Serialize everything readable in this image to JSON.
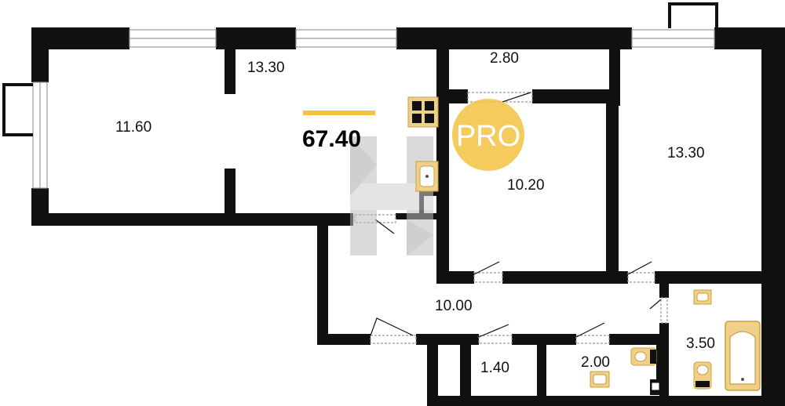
{
  "plan": {
    "total_area": "67.40",
    "badge": "PRO",
    "colors": {
      "wall": "#111111",
      "accent": "#f5c242",
      "fixture": "#f0d088",
      "fixture_stroke": "#c8a040",
      "window_stroke": "#999999",
      "watermark": "#b8b8b8"
    },
    "rooms": [
      {
        "id": "room-living-left",
        "area": "11.60"
      },
      {
        "id": "room-kitchen",
        "area": "13.30"
      },
      {
        "id": "room-storage-top",
        "area": "2.80"
      },
      {
        "id": "room-bedroom-right",
        "area": "13.30"
      },
      {
        "id": "room-bedroom-middle",
        "area": "10.20"
      },
      {
        "id": "room-hallway",
        "area": "10.00"
      },
      {
        "id": "room-closet",
        "area": "1.40"
      },
      {
        "id": "room-wc",
        "area": "2.00"
      },
      {
        "id": "room-bathroom",
        "area": "3.50"
      }
    ]
  }
}
